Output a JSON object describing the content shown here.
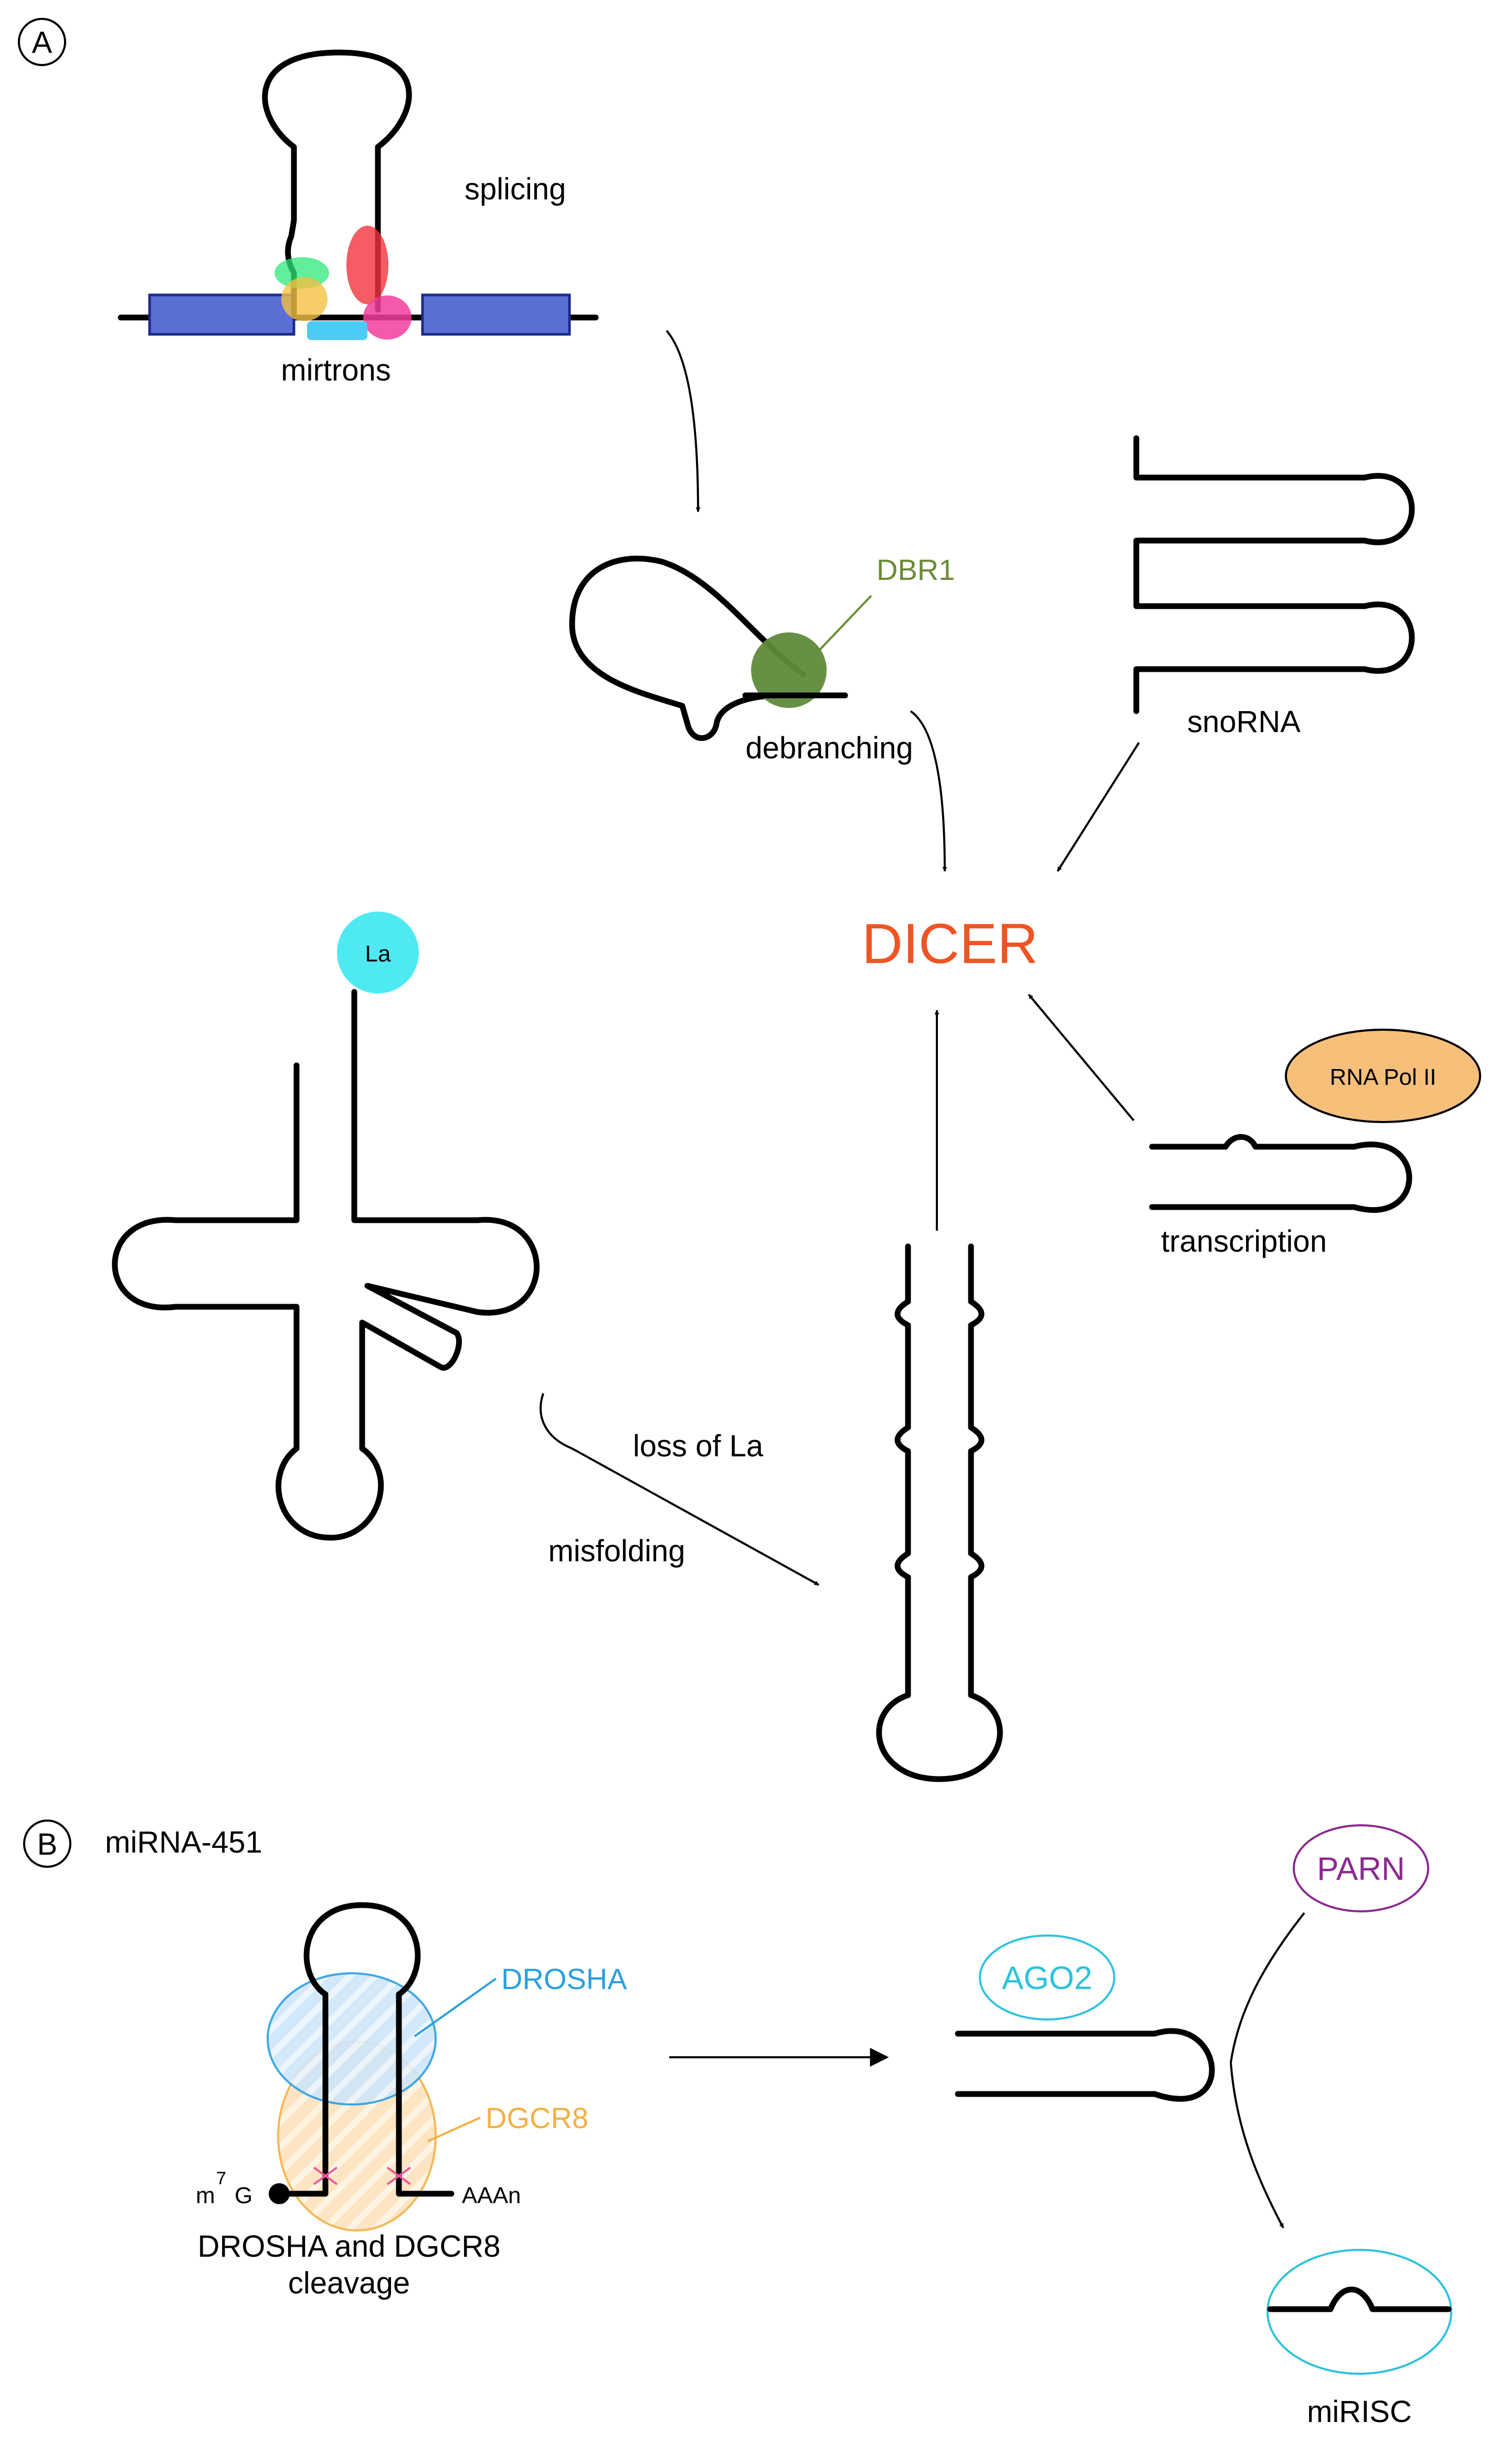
{
  "panels": {
    "a_label": "A",
    "b_label": "B",
    "b_title": "miRNA-451"
  },
  "panel_a": {
    "splicing": "splicing",
    "mirtrons": "mirtrons",
    "dbr1": "DBR1",
    "debranching": "debranching",
    "snorna": "snoRNA",
    "dicer": "DICER",
    "la": "La",
    "rna_pol": "RNA Pol II",
    "transcription": "transcription",
    "loss_of_la": "loss of La",
    "misfolding": "misfolding"
  },
  "panel_b": {
    "drosha": "DROSHA",
    "dgcr8": "DGCR8",
    "cap_m": "m",
    "cap_7": "7",
    "cap_g": "G",
    "poly_a": "AAAn",
    "cleavage_line1": "DROSHA and DGCR8",
    "cleavage_line2": "cleavage",
    "ago2": "AGO2",
    "parn": "PARN",
    "mirisc": "miRISC"
  },
  "colors": {
    "exon": "#5a6fd3",
    "dicer": "#ee5524",
    "dbr1": "#6b8a35",
    "la": "#4fe9f2",
    "rna_pol": "#f6bf7a",
    "drosha": "#2b9fe0",
    "dgcr8": "#f4b043",
    "ago2": "#2ec2dd",
    "parn": "#8a2a8f",
    "mirisc": "#2ec2dd"
  }
}
